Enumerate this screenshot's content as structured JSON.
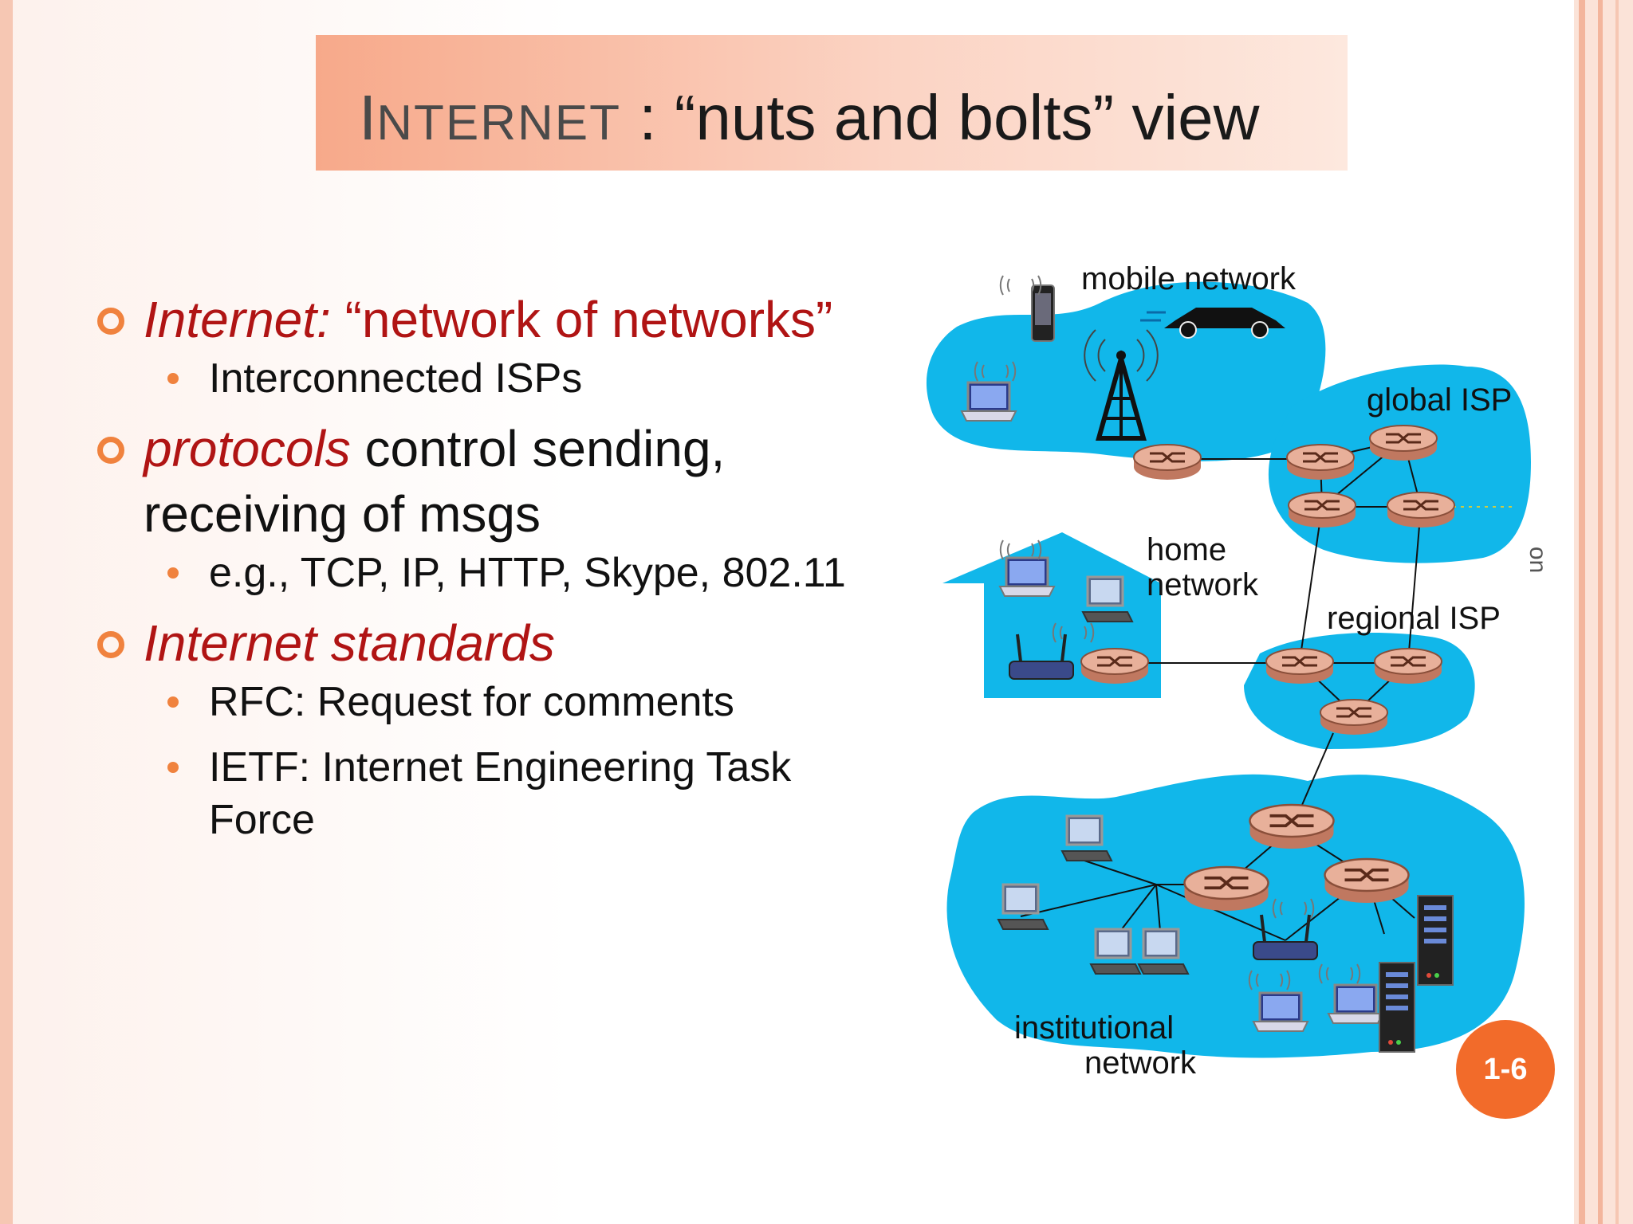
{
  "slide": {
    "title_prefix_cap": "I",
    "title_prefix_rest": "NTERNET",
    "title_rest": " : “nuts and bolts” view",
    "page_number": "1-6"
  },
  "bullets": {
    "b1": {
      "em": "Internet:",
      "text": " “network of networks”"
    },
    "b1_sub1": "Interconnected ISPs",
    "b2": {
      "em": "protocols",
      "text": " control sending, receiving of msgs"
    },
    "b2_sub1": "e.g., TCP, IP, HTTP, Skype, 802.11",
    "b3": {
      "em": "Internet  standards"
    },
    "b3_sub1": "RFC: Request for comments",
    "b3_sub2": "IETF: Internet Engineering Task Force"
  },
  "diagram": {
    "mobile_network": "mobile network",
    "global_isp": "global ISP",
    "home_line1": "home",
    "home_line2": "network",
    "regional_isp": "regional ISP",
    "institutional_line1": "institutional",
    "institutional_line2": "network",
    "edge_fragment": "on"
  },
  "colors": {
    "network_cloud": "#11b7ea",
    "router": "#e0a48c",
    "accent": "#f0823e",
    "emphasis": "#b01414"
  }
}
